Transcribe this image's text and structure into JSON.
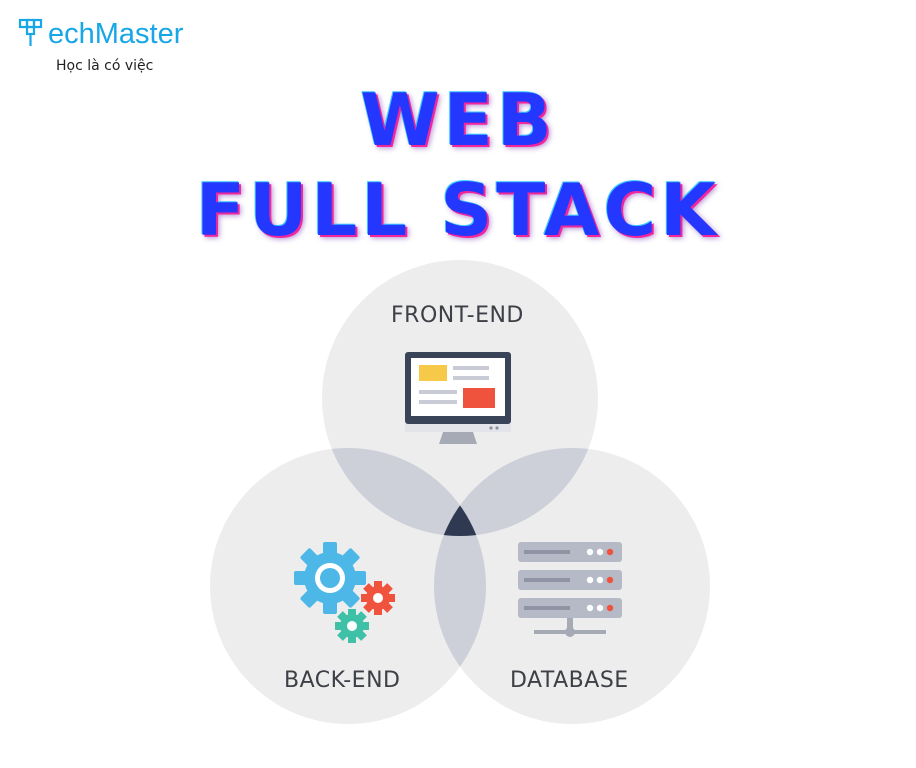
{
  "logo": {
    "brand": "TechMaster",
    "brand_visible": "echMaster",
    "tagline": "Học là có việc",
    "color": "#17a6e6"
  },
  "title": {
    "line1": "WEB",
    "line2": "FULL STACK",
    "color": "#2437ff",
    "outline_color": "#f2259c"
  },
  "diagram": {
    "labels": {
      "front_end": "FRONT-END",
      "back_end": "BACK-END",
      "database": "DATABASE"
    },
    "icons": {
      "front_end": "monitor-icon",
      "back_end": "gears-icon",
      "database": "server-stack-icon"
    },
    "colors": {
      "circle": "#ececec",
      "overlap": "#c9ccd6",
      "center": "#2f3a52"
    }
  }
}
